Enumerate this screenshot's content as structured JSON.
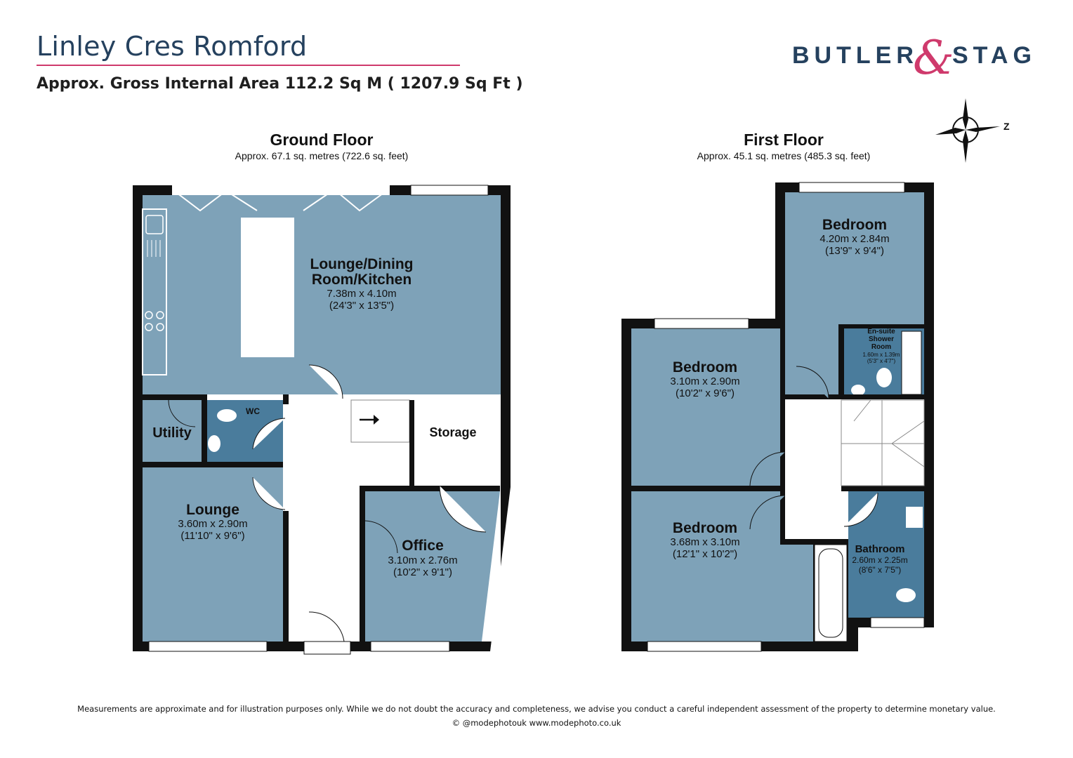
{
  "header": {
    "title": "Linley Cres Romford",
    "subtitle": "Approx. Gross Internal Area 112.2 Sq M ( 1207.9 Sq Ft )"
  },
  "brand": {
    "left": "BUTLER",
    "amp": "&",
    "right": "STAG",
    "primary_color": "#25415e",
    "accent_color": "#cf3a6c"
  },
  "compass": {
    "label": "Z"
  },
  "colors": {
    "wall": "#111111",
    "room": "#7ea2b8",
    "wet_room": "#4a7c9c",
    "hall": "#ffffff"
  },
  "ground_floor": {
    "title": "Ground Floor",
    "area": "Approx. 67.1 sq. metres (722.6 sq. feet)",
    "rooms": {
      "lounge_dining": {
        "name_line1": "Lounge/Dining",
        "name_line2": "Room/Kitchen",
        "metric": "7.38m x 4.10m",
        "imperial": "(24'3\" x 13'5\")"
      },
      "utility": {
        "name": "Utility"
      },
      "wc": {
        "name": "WC"
      },
      "storage": {
        "name": "Storage"
      },
      "lounge": {
        "name": "Lounge",
        "metric": "3.60m x 2.90m",
        "imperial": "(11'10\" x 9'6\")"
      },
      "office": {
        "name": "Office",
        "metric": "3.10m x 2.76m",
        "imperial": "(10'2\" x 9'1\")"
      }
    }
  },
  "first_floor": {
    "title": "First Floor",
    "area": "Approx. 45.1 sq. metres (485.3 sq. feet)",
    "rooms": {
      "bedroom_rear": {
        "name": "Bedroom",
        "metric": "4.20m x 2.84m",
        "imperial": "(13'9\" x 9'4\")"
      },
      "ensuite": {
        "name_line1": "En-suite",
        "name_line2": "Shower",
        "name_line3": "Room",
        "metric": "1.60m x 1.39m",
        "imperial": "(5'3\" x 4'7\")"
      },
      "bedroom_mid": {
        "name": "Bedroom",
        "metric": "3.10m x 2.90m",
        "imperial": "(10'2\" x 9'6\")"
      },
      "bedroom_front": {
        "name": "Bedroom",
        "metric": "3.68m x 3.10m",
        "imperial": "(12'1\" x 10'2\")"
      },
      "bathroom": {
        "name": "Bathroom",
        "metric": "2.60m x 2.25m",
        "imperial": "(8'6\" x 7'5\")"
      }
    }
  },
  "footer": {
    "disclaimer": "Measurements are approximate and for illustration purposes only.  While we do not doubt the accuracy and completeness, we advise you conduct a careful independent assessment of the property to determine monetary value.",
    "credit": "© @modephotouk www.modephoto.co.uk"
  }
}
